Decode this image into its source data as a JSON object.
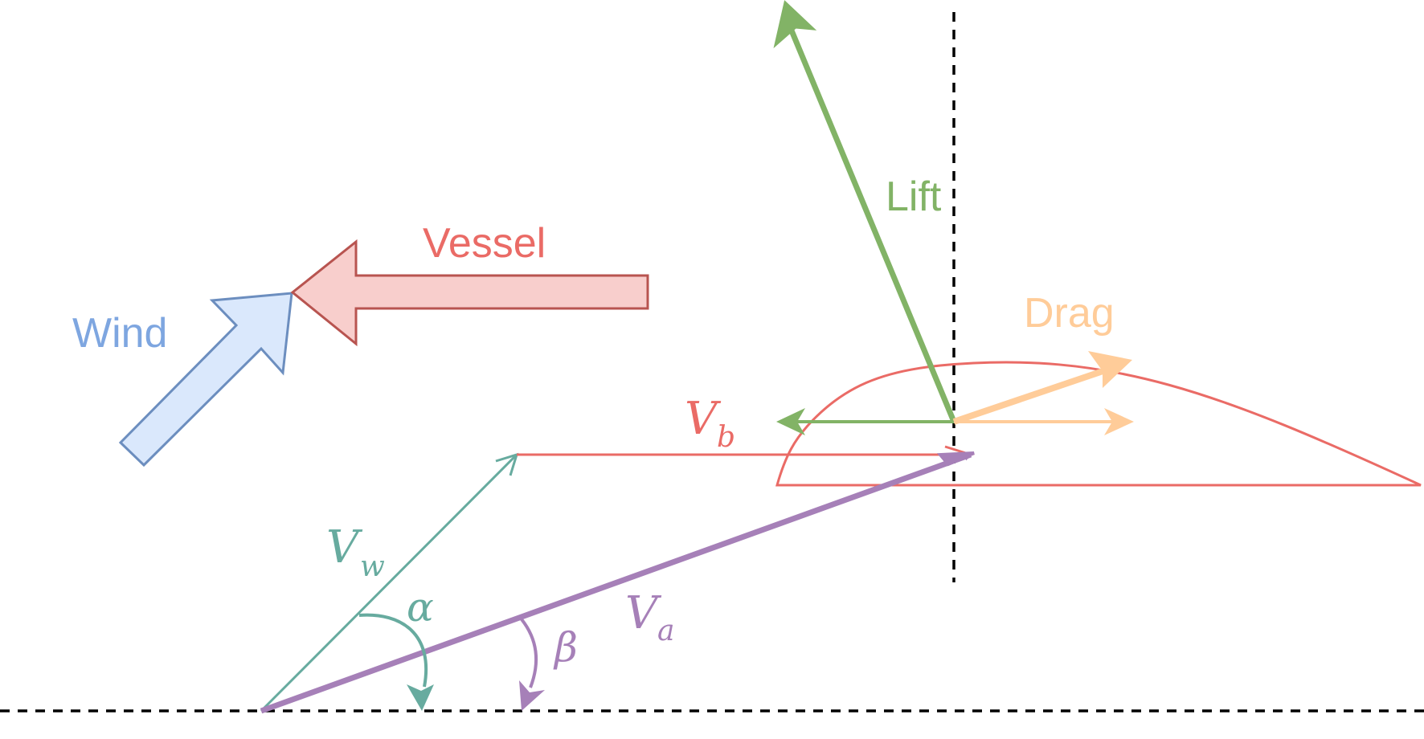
{
  "labels": {
    "wind": "Wind",
    "vessel": "Vessel",
    "lift": "Lift",
    "drag": "Drag",
    "vb": {
      "main": "V",
      "sub": "b"
    },
    "vw": {
      "main": "V",
      "sub": "w"
    },
    "va": {
      "main": "V",
      "sub": "a"
    },
    "alpha": "α",
    "beta": "β"
  },
  "colors": {
    "wind_stroke": "#6c8ebf",
    "wind_fill": "#dae8fc",
    "vessel_stroke": "#b85450",
    "vessel_fill": "#f8cecc",
    "vessel_text": "#ea6b66",
    "hull": "#ea6b66",
    "lift": "#82b366",
    "drag": "#ffcc99",
    "vw": "#67ab9f",
    "va": "#a680b8",
    "axis": "#000000"
  },
  "icons": {
    "wind_arrow": "block-arrow-icon",
    "vessel_arrow": "block-arrow-icon"
  }
}
